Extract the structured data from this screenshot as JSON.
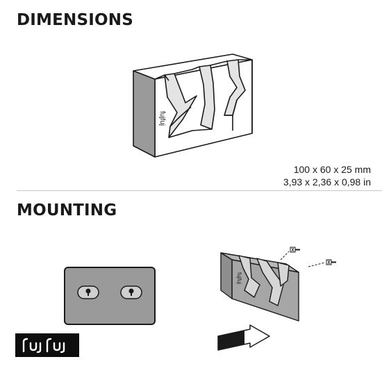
{
  "sections": {
    "dimensions": {
      "title": "DIMENSIONS"
    },
    "mounting": {
      "title": "MOUNTING"
    }
  },
  "dimensions": {
    "metric": "100 x 60 x 25 mm",
    "imperial": "3,93 x 2,36 x 0,98 in"
  },
  "product": {
    "brand_mark": "fujfuj",
    "colors": {
      "body": "#9a9a9a",
      "light": "#d6d6d6",
      "outline": "#1a1a1a",
      "logo_bg": "#0e0e0e"
    }
  },
  "icons": [
    "screw-icon",
    "arrow-icon",
    "keyhole-slot-icon"
  ]
}
